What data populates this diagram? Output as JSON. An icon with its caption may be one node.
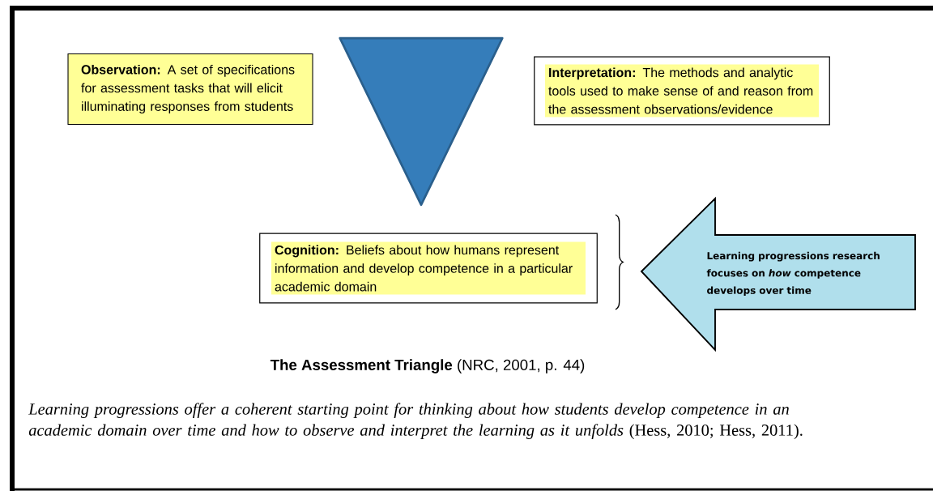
{
  "diagram": {
    "title": "**The Assessment Triangle** (NRC, 2001, p. 44)",
    "caption": "*Learning progressions offer a coherent starting point for thinking about how students develop competence in an academic domain over time and how to observe and interpret the learning as it unfolds* (Hess, 2010; Hess, 2011).",
    "nodes": [
      {
        "text": [
          "**Observation:** A set of specifications for assessment tasks that will elicit illuminating responses from students"
        ]
      },
      {
        "text": [],
        "shape": "triangle"
      },
      {
        "text": [
          "**Interpretation:** The methods and analytic tools used to make sense of and reason from the assessment observations/evidence"
        ]
      },
      {
        "text": [
          "**Cognition:** Beliefs about how humans represent information and develop competence in a particular academic domain"
        ]
      },
      {
        "text": [
          "Learning progressions research focuses on *how* competence develops over time"
        ]
      }
    ]
  }
}
